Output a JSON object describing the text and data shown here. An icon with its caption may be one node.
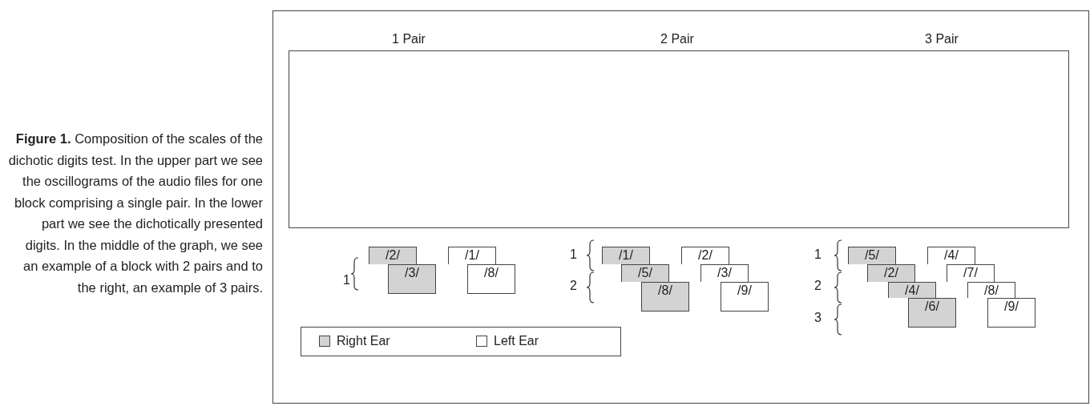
{
  "diagram": {
    "caption": "**Figure 1.** Composition of the scales of the dichotic digits test. In the upper part we see the oscillograms of the audio files for one block comprising a single pair. In the lower part we see the dichotically presented digits. In the middle of the graph, we see an example of a block with 2 pairs and to the right, an example of 3 pairs.",
    "nodes": [
      {
        "text": [],
        "shape": "box",
        "beside": [
          "1 Pair",
          "2 Pair",
          "3 Pair"
        ]
      },
      {
        "text": [
          "/2/"
        ]
      },
      {
        "text": [
          "/3/"
        ]
      },
      {
        "text": [
          "/1/"
        ]
      },
      {
        "text": [
          "/8/"
        ]
      },
      {
        "text": [
          "/1/"
        ]
      },
      {
        "text": [
          "/5/"
        ]
      },
      {
        "text": [
          "/8/"
        ]
      },
      {
        "text": [
          "/2/"
        ]
      },
      {
        "text": [
          "/3/"
        ]
      },
      {
        "text": [
          "/9/"
        ]
      },
      {
        "text": [
          "/5/"
        ]
      },
      {
        "text": [
          "/2/"
        ]
      },
      {
        "text": [
          "/4/"
        ]
      },
      {
        "text": [
          "/6/"
        ]
      },
      {
        "text": [
          "/4/"
        ]
      },
      {
        "text": [
          "/7/"
        ]
      },
      {
        "text": [
          "/8/"
        ]
      },
      {
        "text": [
          "/9/"
        ]
      }
    ],
    "edges": [],
    "labels": [
      "1",
      "1",
      "2",
      "1",
      "2",
      "3"
    ],
    "legend": [
      {
        "text": "Right Ear",
        "color": "#d3d3d3"
      },
      {
        "text": "Left Ear",
        "color": "#ffffff"
      }
    ]
  }
}
